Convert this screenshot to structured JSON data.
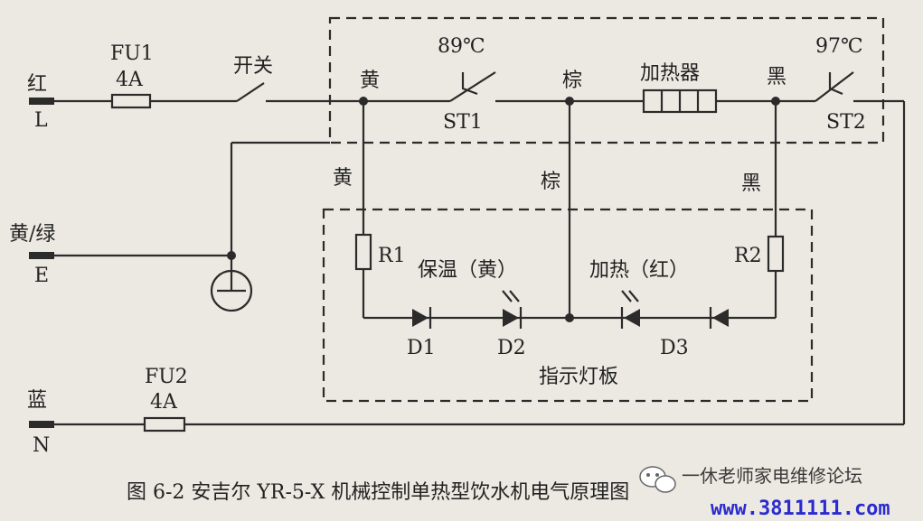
{
  "labels": {
    "red": "红",
    "L": "L",
    "fu1": "FU1",
    "fu1_rating": "4A",
    "switch": "开关",
    "yellow_top": "黄",
    "yellow_mid": "黄",
    "t1": "89℃",
    "st1": "ST1",
    "brown_top": "棕",
    "brown_mid": "棕",
    "heater": "加热器",
    "black_top": "黑",
    "black_mid": "黑",
    "t2": "97℃",
    "st2": "ST2",
    "yellow_green": "黄/绿",
    "E": "E",
    "r1": "R1",
    "r2": "R2",
    "keep_warm": "保温（黄）",
    "heating": "加热（红）",
    "d1": "D1",
    "d2": "D2",
    "d3": "D3",
    "indicator_board": "指示灯板",
    "blue": "蓝",
    "N": "N",
    "fu2": "FU2",
    "fu2_rating": "4A"
  },
  "caption": "图 6-2    安吉尔 YR-5-X 机械控制单热型饮水机电气原理图",
  "watermark": {
    "text": "一休老师家电维修论坛",
    "url": "www.3811111.com"
  },
  "colors": {
    "background": "#ece9e2",
    "ink": "#2b2b2b",
    "url": "#2a2ad0"
  }
}
